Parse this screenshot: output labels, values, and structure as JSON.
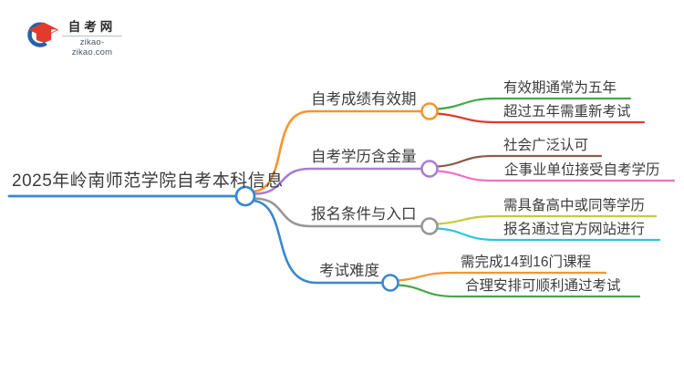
{
  "logo": {
    "site_name": "自考网",
    "site_url": "zikao-zikao.com"
  },
  "mindmap": {
    "root": {
      "label": "2025年岭南师范学院自考本科信息",
      "color": "#3a87ce"
    },
    "branches": [
      {
        "label": "自考成绩有效期",
        "color": "#f5952f",
        "children": [
          {
            "label": "有效期通常为五年",
            "color": "#47a747"
          },
          {
            "label": "超过五年需重新考试",
            "color": "#de3b30"
          }
        ]
      },
      {
        "label": "自考学历含金量",
        "color": "#a67fd2",
        "children": [
          {
            "label": "社会广泛认可",
            "color": "#8b5c4c"
          },
          {
            "label": "企事业单位接受自考学历",
            "color": "#f06fc5"
          }
        ]
      },
      {
        "label": "报名条件与入口",
        "color": "#969696",
        "children": [
          {
            "label": "需具备高中或同等学历",
            "color": "#c3cc36"
          },
          {
            "label": "报名通过官方网站进行",
            "color": "#30c3dc"
          }
        ]
      },
      {
        "label": "考试难度",
        "color": "#3a87ce",
        "children": [
          {
            "label": "需完成14到16门课程",
            "color": "#f5952f"
          },
          {
            "label": "合理安排可顺利通过考试",
            "color": "#47a747"
          }
        ]
      }
    ]
  }
}
